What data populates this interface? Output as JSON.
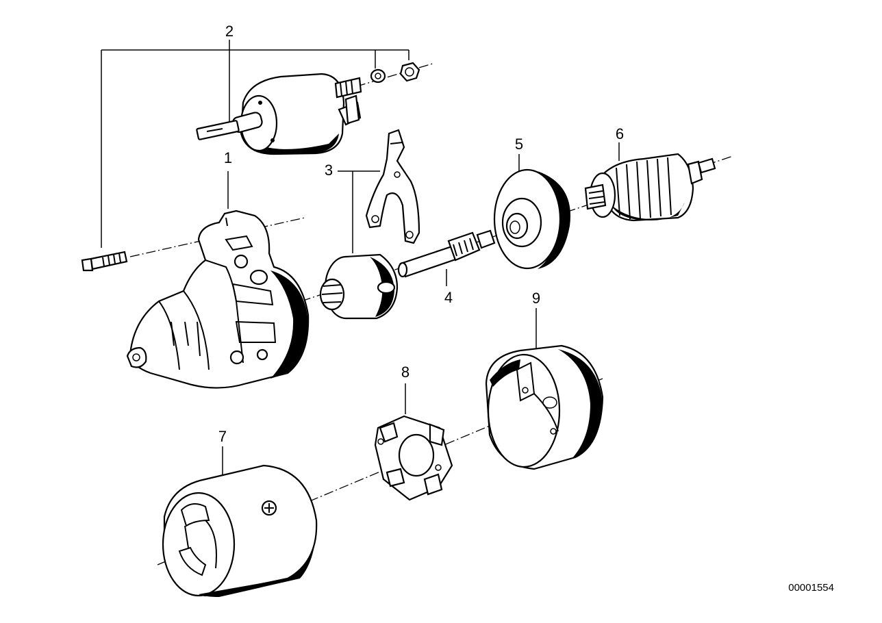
{
  "diagram": {
    "reference_number": "00001554",
    "callouts": [
      {
        "id": "1",
        "label": "1"
      },
      {
        "id": "2",
        "label": "2"
      },
      {
        "id": "3",
        "label": "3"
      },
      {
        "id": "4",
        "label": "4"
      },
      {
        "id": "5",
        "label": "5"
      },
      {
        "id": "6",
        "label": "6"
      },
      {
        "id": "7",
        "label": "7"
      },
      {
        "id": "8",
        "label": "8"
      },
      {
        "id": "9",
        "label": "9"
      }
    ]
  }
}
